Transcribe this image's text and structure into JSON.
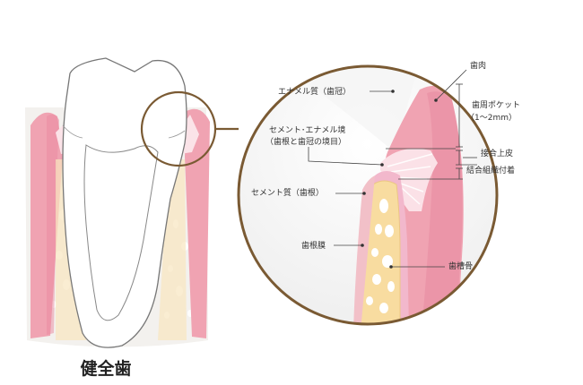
{
  "caption": "健全歯",
  "labels": {
    "gingiva": "歯肉",
    "enamel": "エナメル質（歯冠）",
    "pocket_line1": "歯周ポケット",
    "pocket_line2": "（1～2mm）",
    "cej_line1": "セメント･エナメル境",
    "cej_line2": "（歯根と歯冠の境目）",
    "junctional_epithelium": "接合上皮",
    "connective_attachment": "結合組織付着",
    "cementum": "セメント質（歯根）",
    "pdl": "歯根膜",
    "alveolar_bone": "歯槽骨"
  },
  "colors": {
    "gum": "#f0a3b2",
    "gum_dark": "#e2768d",
    "bone": "#f8dca0",
    "pdl_pink": "#f2b8cc",
    "circle_border": "#7a5a33",
    "tooth_outline": "#777777"
  }
}
